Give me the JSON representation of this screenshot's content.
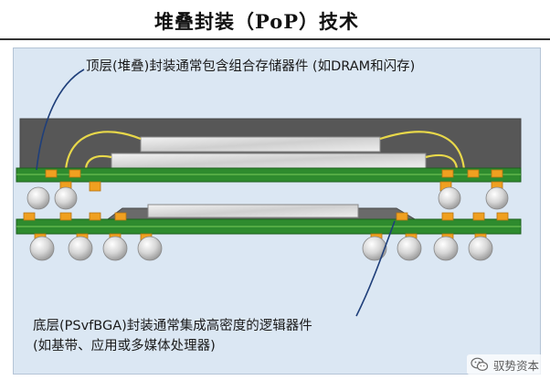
{
  "title": "堆叠封装（PoP）技术",
  "labels": {
    "top_package": "顶层(堆叠)封装通常包含组合存储器件 (如DRAM和闪存)",
    "bottom_package_line1": "底层(PSvfBGA)封装通常集成高密度的逻辑器件",
    "bottom_package_line2": "(如基带、应用或多媒体处理器)"
  },
  "watermark": {
    "text": "驭势资本",
    "icon": "wechat-icon"
  },
  "colors": {
    "panel": "#dbe7f3",
    "substrate": "#2e8b2e",
    "mold": "#555555",
    "die": "#dcdcdc",
    "pad": "#f0a020",
    "wire": "#e8d84a",
    "ball": "#d8d8d8",
    "leader": "#1f3f7a"
  }
}
